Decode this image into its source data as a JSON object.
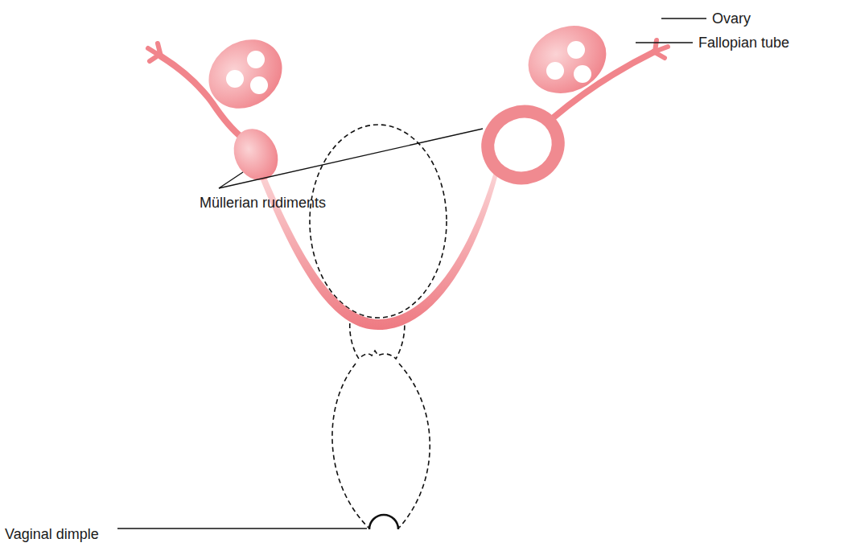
{
  "diagram": {
    "labels": [
      "Ovary",
      "Fallopian tube",
      "Müllerian rudiments",
      "Vaginal dimple"
    ]
  }
}
